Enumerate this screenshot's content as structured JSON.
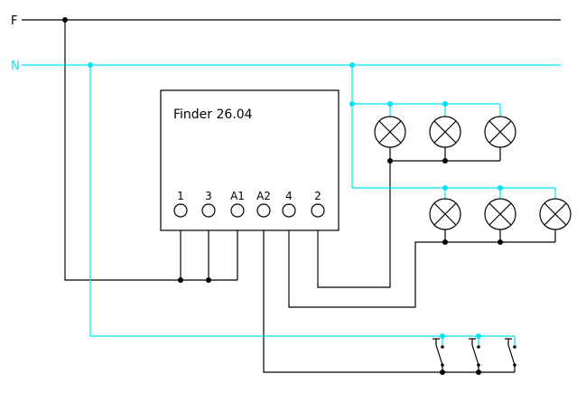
{
  "labels": {
    "phase_line": "F",
    "neutral_line": "N"
  },
  "relay": {
    "model": "Finder 26.04",
    "terminals": [
      "1",
      "3",
      "A1",
      "A2",
      "4",
      "2"
    ]
  },
  "components": {
    "lamp_row_1_count": 3,
    "lamp_row_2_count": 3,
    "pushbutton_count": 3
  },
  "colors": {
    "wire": "#000000",
    "neutral_wire": "#00e5ee",
    "background": "#ffffff"
  }
}
